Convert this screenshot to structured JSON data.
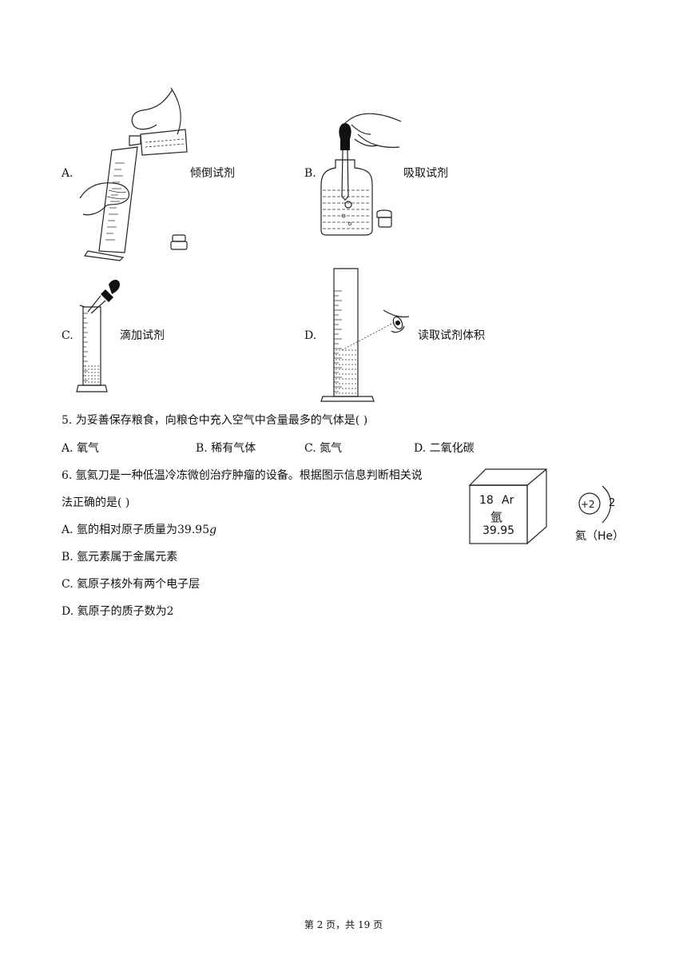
{
  "q4_options": {
    "A": {
      "letter": "A.",
      "caption": "倾倒试剂",
      "figure_icon": "pour-reagent-icon"
    },
    "B": {
      "letter": "B.",
      "caption": "吸取试剂",
      "figure_icon": "dropper-draw-icon"
    },
    "C": {
      "letter": "C.",
      "caption": "滴加试剂",
      "figure_icon": "dropper-add-icon"
    },
    "D": {
      "letter": "D.",
      "caption": "读取试剂体积",
      "figure_icon": "read-volume-icon"
    }
  },
  "q5": {
    "stem": "5. 为妥善保存粮食，向粮仓中充入空气中含量最多的气体是(    )",
    "options": [
      "A. 氧气",
      "B. 稀有气体",
      "C. 氮气",
      "D. 二氧化碳"
    ]
  },
  "q6": {
    "stem_line1": "6. 氩氦刀是一种低温冷冻微创治疗肿瘤的设备。根据图示信息判断相关说",
    "stem_line2": "法正确的是(    )",
    "option_a_prefix": "A. 氩的相对原子质量为",
    "option_a_math": "39.95",
    "option_a_unit": "g",
    "option_b": "B. 氩元素属于金属元素",
    "option_c": "C. 氦原子核外有两个电子层",
    "option_d_prefix": "D. 氦原子的质子数为",
    "option_d_math": "2",
    "element_card": {
      "number": "18",
      "symbol": "Ar",
      "name": "氩",
      "mass": "39.95"
    },
    "atom_diagram": {
      "nucleus": "+2",
      "shell_electrons": "2",
      "label": "氦（He）"
    }
  },
  "footer": {
    "text": "第 2 页，共 19 页"
  }
}
